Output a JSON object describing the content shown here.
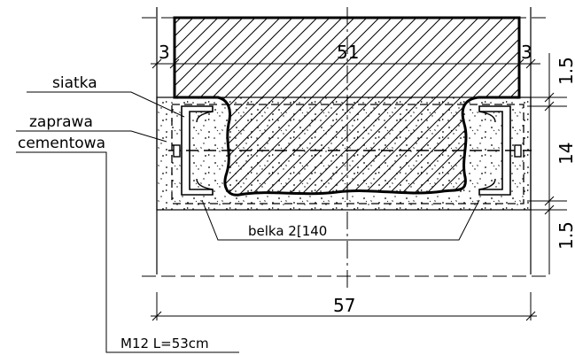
{
  "dimensions": {
    "left_gap": "3",
    "wall_width": "51",
    "right_gap": "3",
    "top_layer": "1.5",
    "beam_height": "14",
    "bottom_layer": "1.5",
    "total_width": "57"
  },
  "labels": {
    "mesh": "siatka",
    "mortar_line1": "zaprawa",
    "mortar_line2": "cementowa",
    "beam": "belka 2[140",
    "bolt": "M12 L=53cm"
  }
}
